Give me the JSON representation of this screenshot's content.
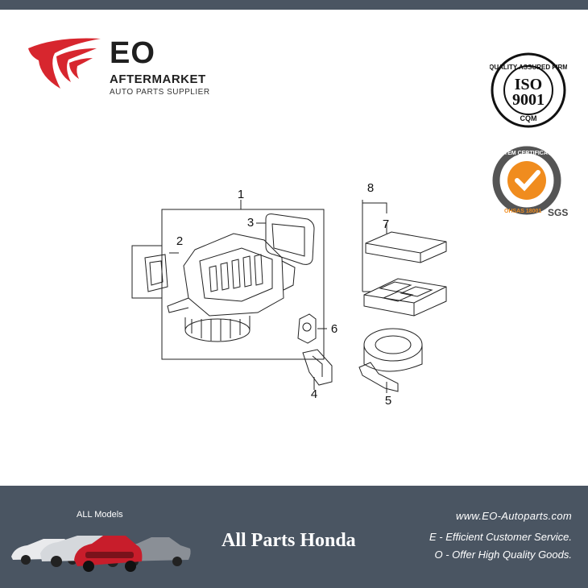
{
  "brand": {
    "name": "EO",
    "subtitle": "AFTERMARKET",
    "tagline": "AUTO PARTS SUPPLIER",
    "accent_color": "#d7262e"
  },
  "badges": {
    "iso": {
      "arc_text": "QUALITY ASSURED FIRM",
      "main": "ISO",
      "number": "9001",
      "mark": "CQM"
    },
    "ohsas": {
      "arc_text": "SYSTEM CERTIFICATION",
      "side": "OHSAS 18001",
      "mark": "SGS",
      "accent_color": "#f08c1e"
    }
  },
  "diagram": {
    "callouts": [
      "1",
      "2",
      "3",
      "4",
      "5",
      "6",
      "7",
      "8"
    ]
  },
  "footer": {
    "models_label": "ALL Models",
    "title": "All Parts Honda",
    "website": "www.EO-Autoparts.com",
    "line1": "E - Efficient Customer Service.",
    "line2": "O - Offer High Quality Goods.",
    "background": "#4a5562"
  }
}
